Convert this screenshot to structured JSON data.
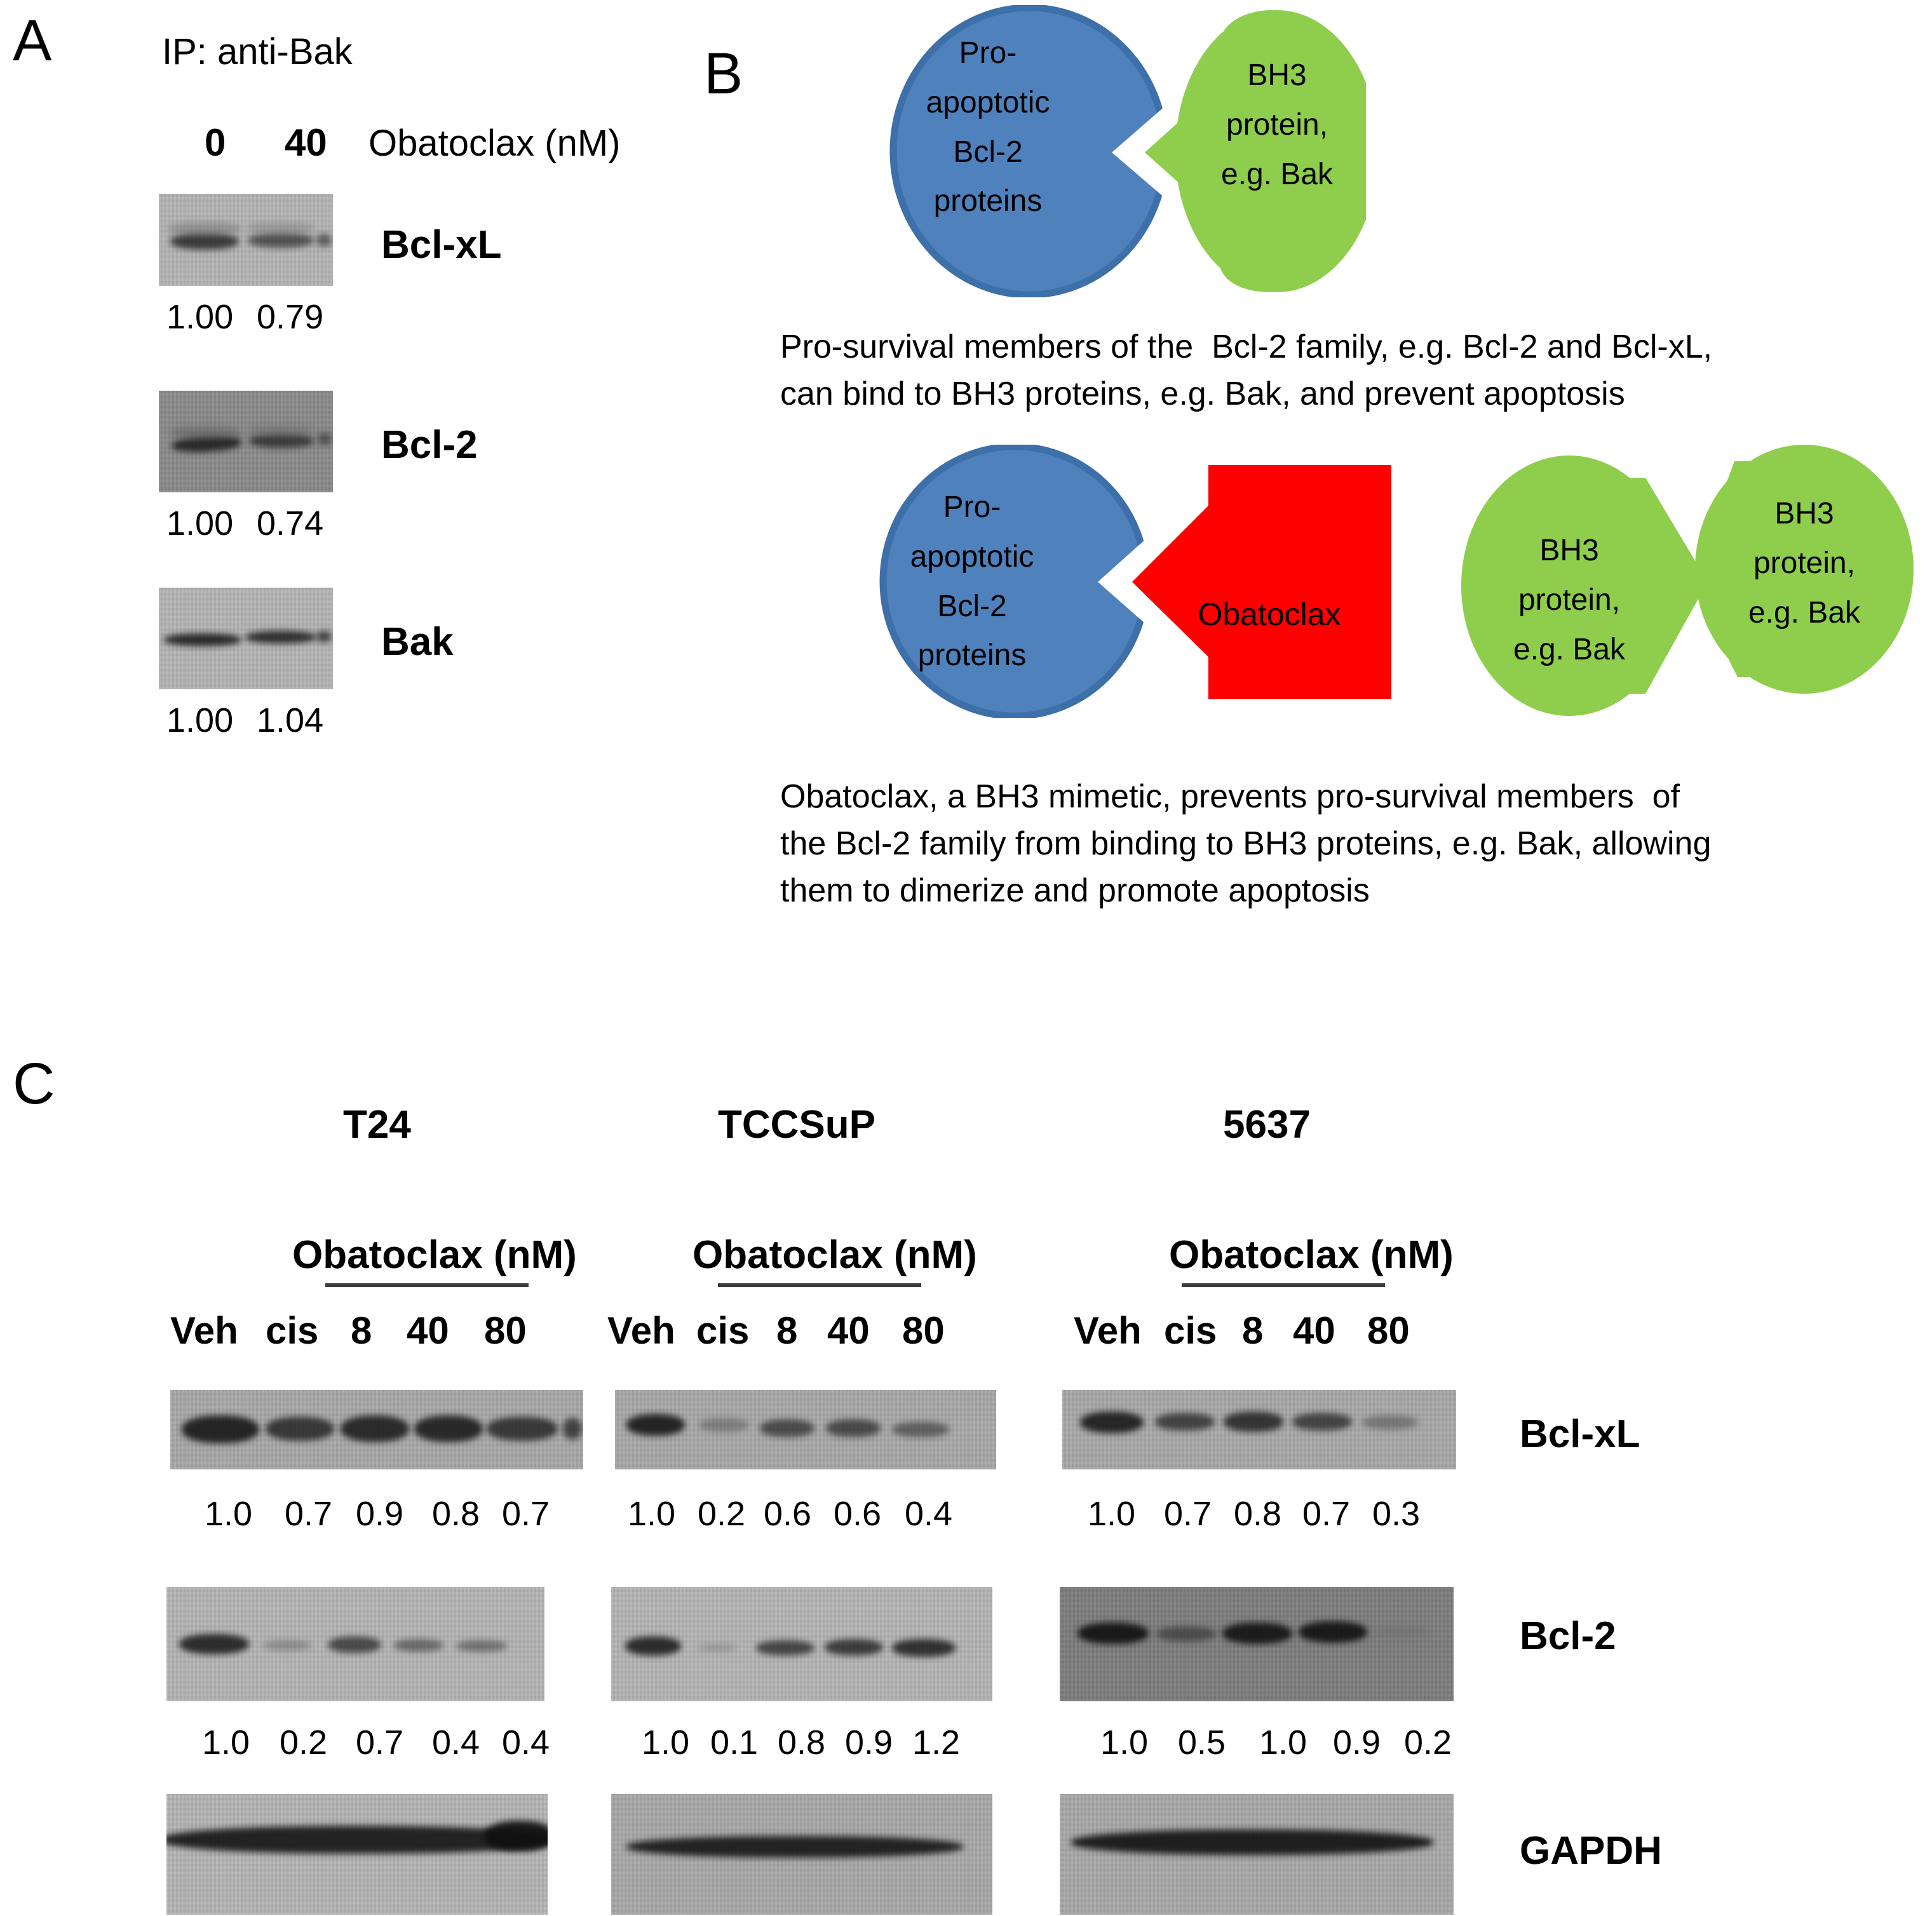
{
  "figure": {
    "panels": [
      "A",
      "B",
      "C"
    ]
  },
  "panelA": {
    "letter": "A",
    "title": "IP: anti-Bak",
    "lane_labels": [
      "0",
      "40"
    ],
    "axis_label": "Obatoclax (nM)",
    "rows": [
      {
        "protein": "Bcl-xL",
        "quant": [
          "1.00",
          "0.79"
        ]
      },
      {
        "protein": "Bcl-2",
        "quant": [
          "1.00",
          "0.74"
        ]
      },
      {
        "protein": "Bak",
        "quant": [
          "1.00",
          "1.04"
        ]
      }
    ]
  },
  "panelB": {
    "letter": "B",
    "diagram1": {
      "blue_shape_label": "Pro-\napoptotic\nBcl-2\nproteins",
      "green_shape_label": "BH3\nprotein,\ne.g. Bak",
      "caption": "Pro-survival members of the  Bcl-2 family, e.g. Bcl-2 and Bcl-xL,\ncan bind to BH3 proteins, e.g. Bak, and prevent apoptosis"
    },
    "diagram2": {
      "blue_shape_label": "Pro-\napoptotic\nBcl-2\nproteins",
      "red_shape_label": "Obatoclax",
      "green_shape_label_left": "BH3\nprotein,\ne.g. Bak",
      "green_shape_label_right": "BH3\nprotein,\ne.g. Bak",
      "caption": "Obatoclax, a BH3 mimetic, prevents pro-survival members  of\nthe Bcl-2 family from binding to BH3 proteins, e.g. Bak, allowing\nthem to dimerize and promote apoptosis"
    },
    "colors": {
      "blue": "#4f81bd",
      "blue_edge": "#3d6fa8",
      "green": "#8ece4c",
      "red": "#fe0000"
    }
  },
  "panelC": {
    "letter": "C",
    "cell_lines": [
      "T24",
      "TCCSuP",
      "5637"
    ],
    "dose_header": "Obatoclax (nM)",
    "lane_labels": [
      "Veh",
      "cis",
      "8",
      "40",
      "80"
    ],
    "protein_labels": [
      "Bcl-xL",
      "Bcl-2",
      "GAPDH"
    ],
    "quant": {
      "T24": {
        "Bcl-xL": [
          "1.0",
          "0.7",
          "0.9",
          "0.8",
          "0.7"
        ],
        "Bcl-2": [
          "1.0",
          "0.2",
          "0.7",
          "0.4",
          "0.4"
        ]
      },
      "TCCSuP": {
        "Bcl-xL": [
          "1.0",
          "0.2",
          "0.6",
          "0.6",
          "0.4"
        ],
        "Bcl-2": [
          "1.0",
          "0.1",
          "0.8",
          "0.9",
          "1.2"
        ]
      },
      "5637": {
        "Bcl-xL": [
          "1.0",
          "0.7",
          "0.8",
          "0.7",
          "0.3"
        ],
        "Bcl-2": [
          "1.0",
          "0.5",
          "1.0",
          "0.9",
          "0.2"
        ]
      }
    }
  },
  "chart_data": {
    "type": "table",
    "title": "Obatoclax effect on Bcl-2 family protein levels (western blot densitometry)",
    "panelA": {
      "assay": "IP: anti-Bak",
      "categories": [
        "0",
        "40"
      ],
      "xlabel": "Obatoclax (nM)",
      "series": [
        {
          "name": "Bcl-xL",
          "values": [
            1.0,
            0.79
          ]
        },
        {
          "name": "Bcl-2",
          "values": [
            1.0,
            0.74
          ]
        },
        {
          "name": "Bak",
          "values": [
            1.0,
            1.04
          ]
        }
      ]
    },
    "panelC": {
      "categories": [
        "Veh",
        "cis",
        "8",
        "40",
        "80"
      ],
      "xlabel": "Obatoclax (nM)",
      "groups": [
        {
          "cell_line": "T24",
          "series": [
            {
              "name": "Bcl-xL",
              "values": [
                1.0,
                0.7,
                0.9,
                0.8,
                0.7
              ]
            },
            {
              "name": "Bcl-2",
              "values": [
                1.0,
                0.2,
                0.7,
                0.4,
                0.4
              ]
            },
            {
              "name": "GAPDH",
              "values": []
            }
          ]
        },
        {
          "cell_line": "TCCSuP",
          "series": [
            {
              "name": "Bcl-xL",
              "values": [
                1.0,
                0.2,
                0.6,
                0.6,
                0.4
              ]
            },
            {
              "name": "Bcl-2",
              "values": [
                1.0,
                0.1,
                0.8,
                0.9,
                1.2
              ]
            },
            {
              "name": "GAPDH",
              "values": []
            }
          ]
        },
        {
          "cell_line": "5637",
          "series": [
            {
              "name": "Bcl-xL",
              "values": [
                1.0,
                0.7,
                0.8,
                0.7,
                0.3
              ]
            },
            {
              "name": "Bcl-2",
              "values": [
                1.0,
                0.5,
                1.0,
                0.9,
                0.2
              ]
            },
            {
              "name": "GAPDH",
              "values": []
            }
          ]
        }
      ]
    }
  }
}
